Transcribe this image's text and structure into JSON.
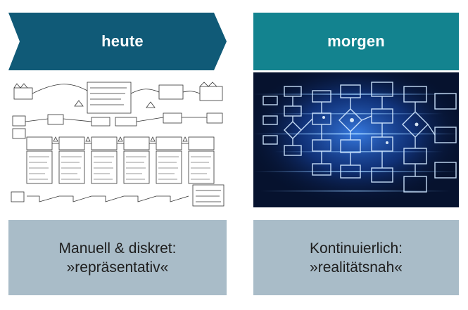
{
  "colors": {
    "banner_today": "#105a77",
    "banner_tomorrow": "#13838f",
    "caption_box": "#a9bcc8"
  },
  "left": {
    "header_label": "heute",
    "image_icon": "hand-drawn-value-stream-map",
    "caption_line1": "Manuell & diskret:",
    "caption_line2": "»repräsentativ«"
  },
  "right": {
    "header_label": "morgen",
    "image_icon": "digital-flowchart-visualization",
    "caption_line1": "Kontinuierlich:",
    "caption_line2": "»realitätsnah«"
  }
}
